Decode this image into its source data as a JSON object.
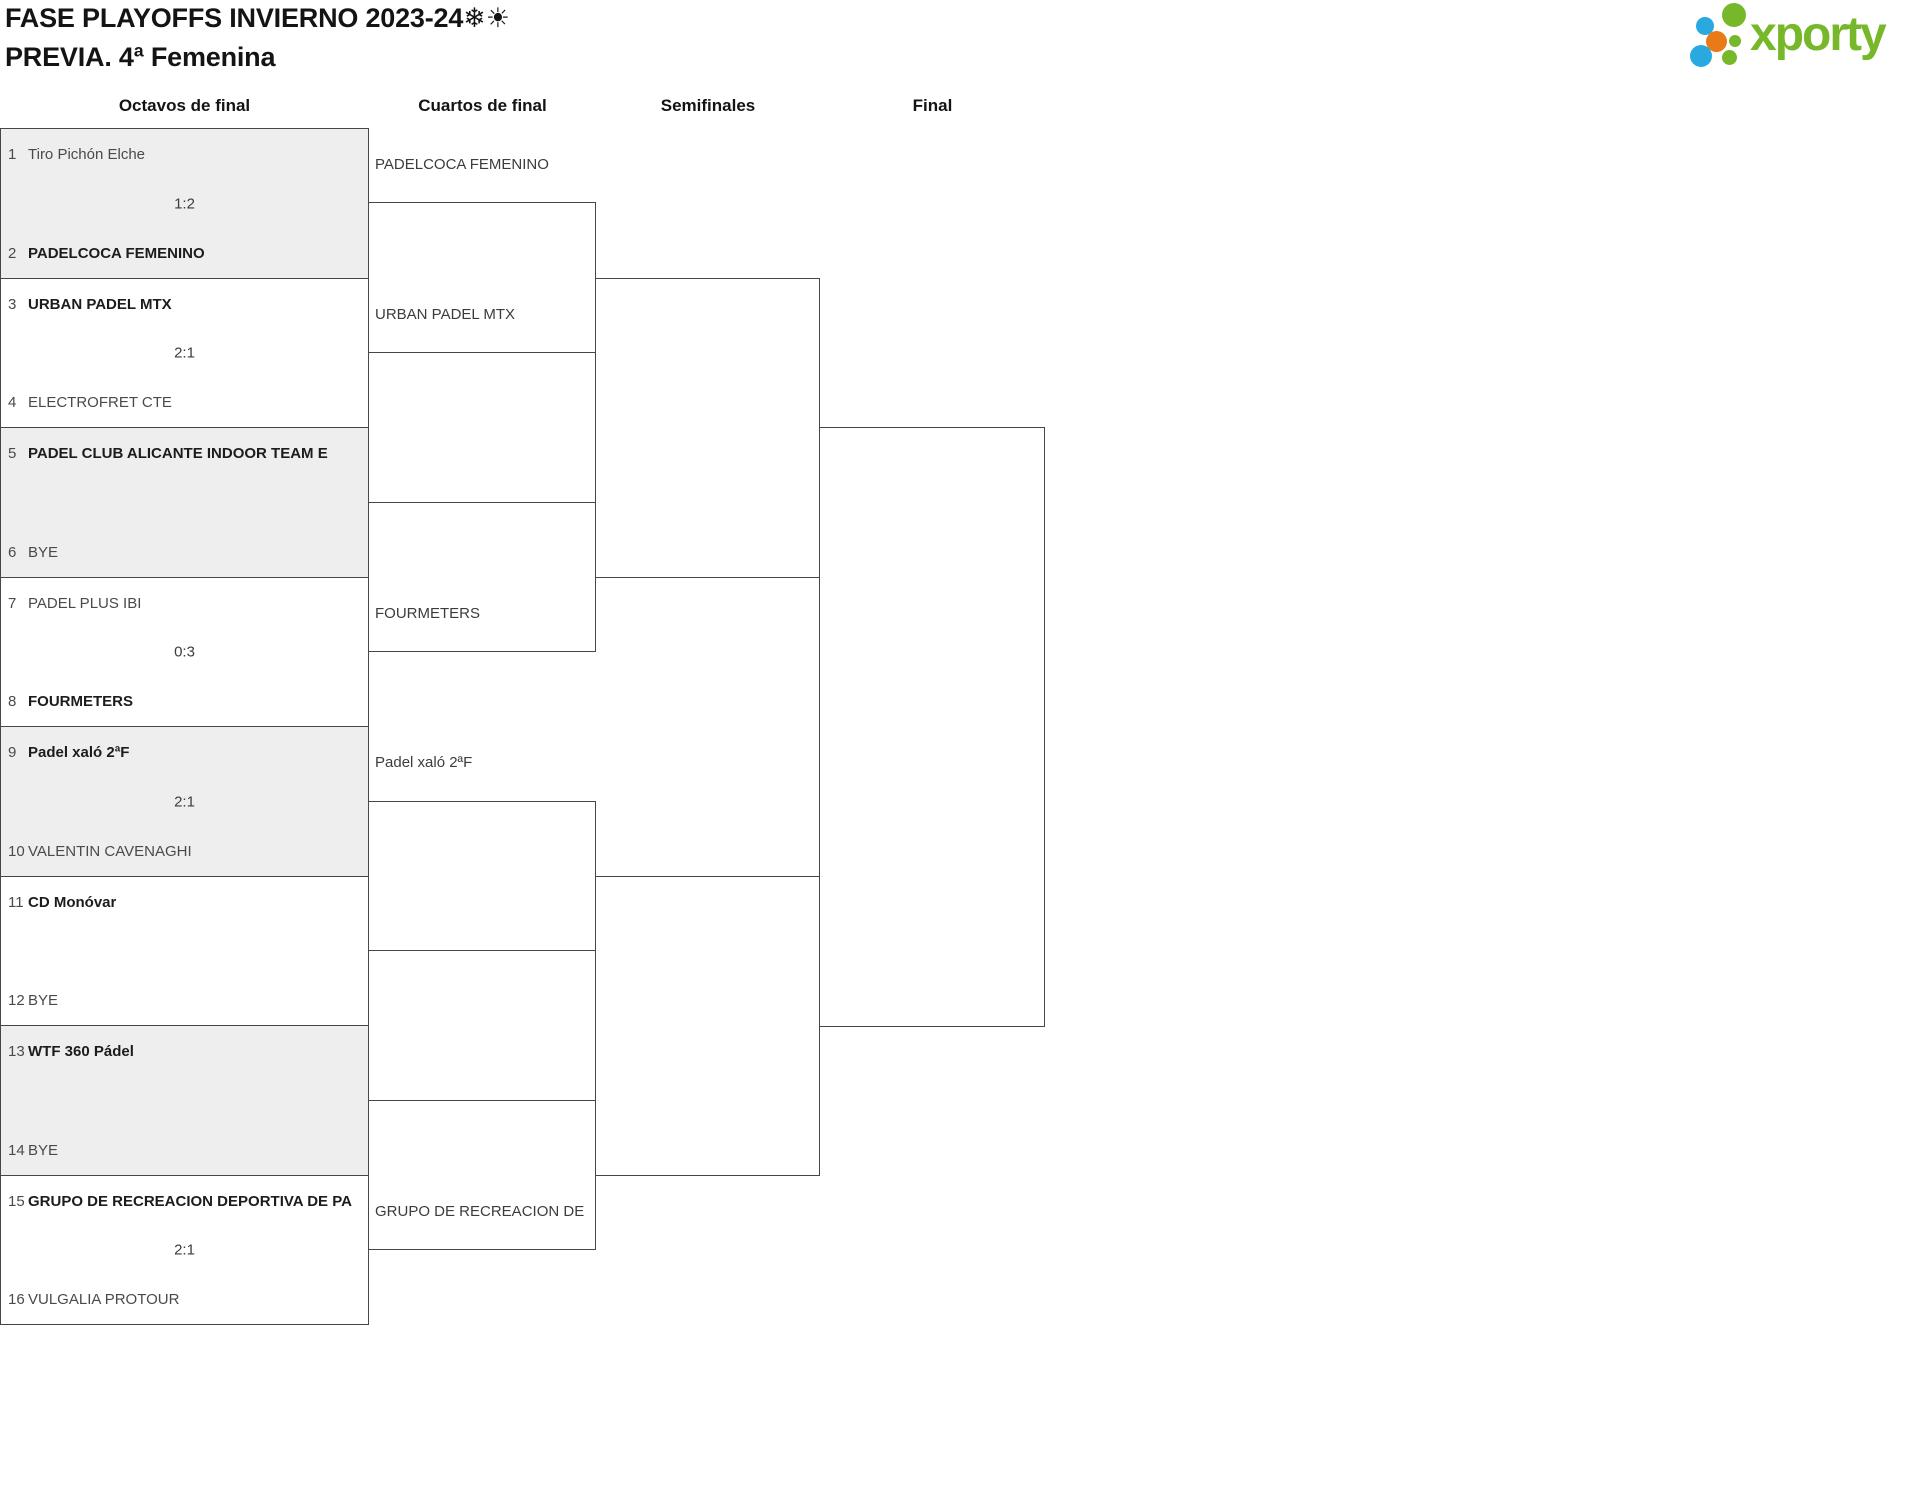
{
  "header": {
    "title": "FASE PLAYOFFS INVIERNO 2023-24❄☀",
    "subtitle": "PREVIA. 4ª Femenina",
    "logo_text": "xporty"
  },
  "columns": [
    "Octavos de final",
    "Cuartos de final",
    "Semifinales",
    "Final"
  ],
  "bracket": {
    "octavos": [
      {
        "seed_top": "1",
        "team_top": "Tiro Pichón Elche",
        "score": "1:2",
        "seed_bottom": "2",
        "team_bottom": "PADELCOCA FEMENINO",
        "winner": "bottom"
      },
      {
        "seed_top": "3",
        "team_top": "URBAN PADEL MTX",
        "score": "2:1",
        "seed_bottom": "4",
        "team_bottom": "ELECTROFRET CTE",
        "winner": "top"
      },
      {
        "seed_top": "5",
        "team_top": "PADEL CLUB ALICANTE INDOOR TEAM E",
        "score": "",
        "seed_bottom": "6",
        "team_bottom": "BYE",
        "winner": "top"
      },
      {
        "seed_top": "7",
        "team_top": "PADEL PLUS IBI",
        "score": "0:3",
        "seed_bottom": "8",
        "team_bottom": "FOURMETERS",
        "winner": "bottom"
      },
      {
        "seed_top": "9",
        "team_top": "Padel xaló 2ªF",
        "score": "2:1",
        "seed_bottom": "10",
        "team_bottom": "VALENTIN CAVENAGHI",
        "winner": "top"
      },
      {
        "seed_top": "11",
        "team_top": "CD Monóvar",
        "score": "",
        "seed_bottom": "12",
        "team_bottom": "BYE",
        "winner": "top"
      },
      {
        "seed_top": "13",
        "team_top": "WTF 360 Pádel",
        "score": "",
        "seed_bottom": "14",
        "team_bottom": "BYE",
        "winner": "top"
      },
      {
        "seed_top": "15",
        "team_top": "GRUPO DE RECREACION DEPORTIVA DE PA",
        "score": "2:1",
        "seed_bottom": "16",
        "team_bottom": "VULGALIA PROTOUR",
        "winner": "top"
      }
    ],
    "cuartos_advancers": [
      "PADELCOCA FEMENINO",
      "URBAN PADEL MTX",
      "FOURMETERS",
      "Padel xaló 2ªF",
      "GRUPO DE RECREACION DE"
    ]
  },
  "colors": {
    "logo_green": "#76b82a",
    "logo_blue": "#2aa9e0",
    "logo_orange": "#e87a18",
    "line": "#464646",
    "shade": "#eeeeee"
  }
}
